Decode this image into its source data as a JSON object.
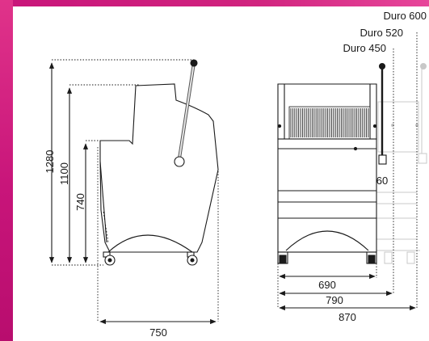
{
  "side_view": {
    "height_labels": [
      "1280",
      "1100",
      "740"
    ],
    "width_label": "750"
  },
  "front_view": {
    "model_labels": [
      "Duro 600",
      "Duro 520",
      "Duro 450"
    ],
    "handle_label": "60",
    "width_labels": [
      "690",
      "790",
      "870"
    ]
  },
  "colors": {
    "accent": "#c8157a",
    "line": "#1a1a1a",
    "ghost": "#c8c8c8"
  }
}
